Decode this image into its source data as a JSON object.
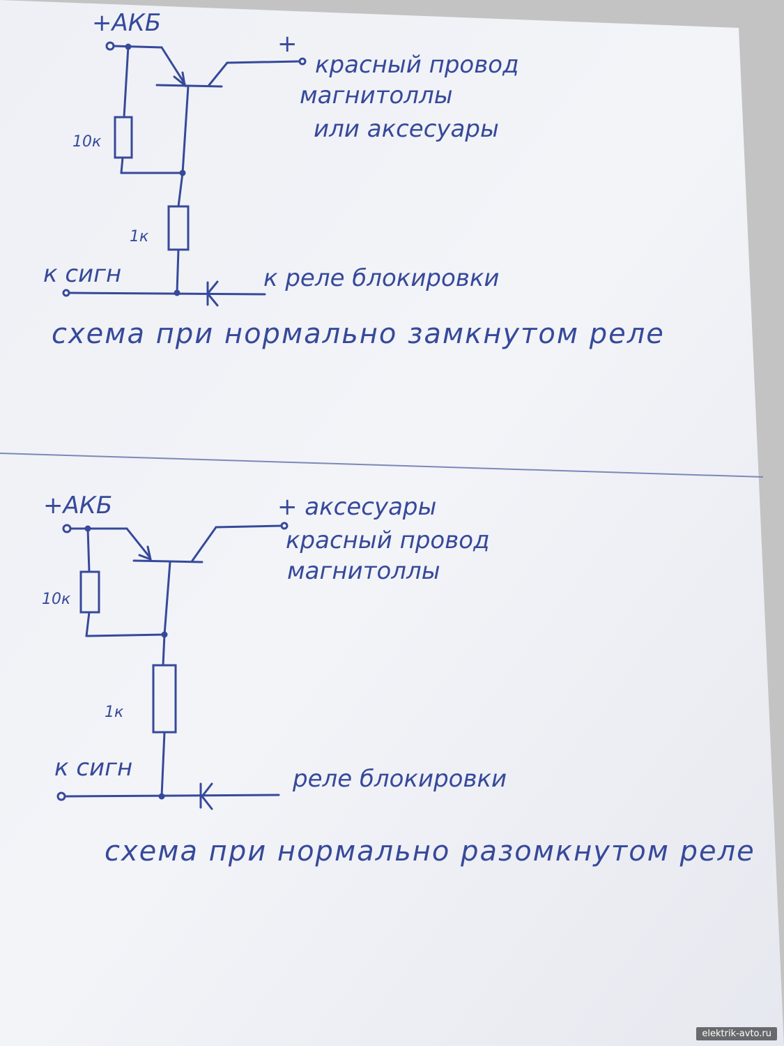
{
  "colors": {
    "ink": "#36499a",
    "paper": "#f2f3f7",
    "table": "#c3c3c3"
  },
  "top": {
    "bat_label": "+АКБ",
    "out_plus": "+",
    "out_line1": "красный провод",
    "out_line2": "магнитоллы",
    "out_line3": "или аксесуары",
    "r_top": "10к",
    "r_bot": "1к",
    "in_label": "к сигн",
    "relay_label": "к реле блокировки",
    "caption": "схема при нормально замкнутом реле"
  },
  "bottom": {
    "bat_label": "+АКБ",
    "out_line1": "+ аксесуары",
    "out_line2": "красный провод",
    "out_line3": "магнитоллы",
    "r_top": "10к",
    "r_bot": "1к",
    "in_label": "к сигн",
    "relay_label": "реле блокировки",
    "caption": "схема при нормально разомкнутом реле"
  },
  "watermark": "elektrik-avto.ru"
}
